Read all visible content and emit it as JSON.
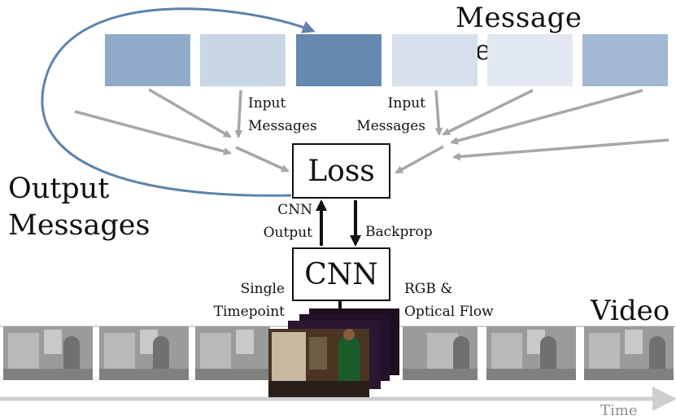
{
  "title_server": "Message Server",
  "title_output": [
    "Output",
    "Messages"
  ],
  "title_video": "Video",
  "loss_label": "Loss",
  "cnn_label": "CNN",
  "input_messages_left": [
    "Input",
    "Messages"
  ],
  "input_messages_right": [
    "Input",
    "Messages"
  ],
  "cnn_output": [
    "CNN",
    "Output"
  ],
  "backprop": "Backprop",
  "single_timepoint": [
    "Single",
    "Timepoint"
  ],
  "rgb_flow": [
    "RGB &",
    "Optical Flow"
  ],
  "time_label": "Time",
  "colors": {
    "server_slots": [
      "#8fabc9",
      "#c9d6e5",
      "#6689b1",
      "#d6e0ec",
      "#e1e8f1",
      "#a3b8d3"
    ],
    "loop_arrow": "#5d82ad",
    "input_arrow": "#a7a7a7",
    "time_arrow": "#cfcfcf"
  }
}
